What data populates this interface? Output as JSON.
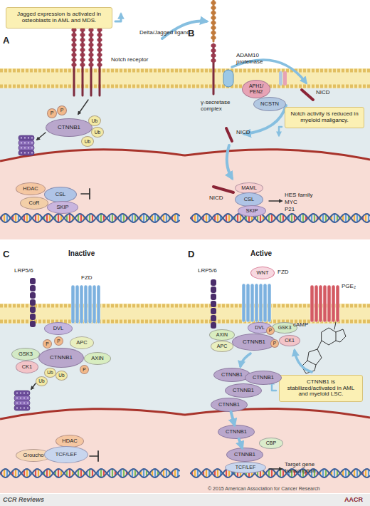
{
  "diagram": {
    "nodes": [
      {
        "text": [
          "Jagged expression is activated in osteoblasts in AML and MDS."
        ]
      },
      {
        "text": [
          "CTNNB1"
        ]
      },
      {
        "text": [
          "P"
        ]
      },
      {
        "text": [
          "P"
        ]
      },
      {
        "text": [
          "Ub"
        ]
      },
      {
        "text": [
          "Ub"
        ]
      },
      {
        "text": [
          "Ub"
        ]
      },
      {
        "text": [
          "HDAC"
        ]
      },
      {
        "text": [
          "CSL"
        ]
      },
      {
        "text": [
          "CoR"
        ]
      },
      {
        "text": [
          "SKIP"
        ]
      },
      {
        "text": [
          "APH1/ PEN2"
        ]
      },
      {
        "text": [
          "NCSTN"
        ]
      },
      {
        "text": [
          "Notch activity is reduced in myeloid maligancy."
        ]
      },
      {
        "text": [
          "MAML"
        ]
      },
      {
        "text": [
          "CSL"
        ]
      },
      {
        "text": [
          "SKIP"
        ]
      },
      {
        "text": [
          "DVL"
        ]
      },
      {
        "text": [
          "GSK3"
        ]
      },
      {
        "text": [
          "CK1"
        ]
      },
      {
        "text": [
          "CTNNB1"
        ]
      },
      {
        "text": [
          "APC"
        ]
      },
      {
        "text": [
          "AXIN"
        ]
      },
      {
        "text": [
          "P"
        ]
      },
      {
        "text": [
          "P"
        ]
      },
      {
        "text": [
          "P"
        ]
      },
      {
        "text": [
          "Ub"
        ]
      },
      {
        "text": [
          "Ub"
        ]
      },
      {
        "text": [
          "Ub"
        ]
      },
      {
        "text": [
          "HDAC"
        ]
      },
      {
        "text": [
          "Groucho"
        ]
      },
      {
        "text": [
          "TCF/LEF"
        ]
      },
      {
        "text": [
          "WNT"
        ]
      },
      {
        "text": [
          "DVL"
        ]
      },
      {
        "text": [
          "GSK3"
        ]
      },
      {
        "text": [
          "AXIN"
        ]
      },
      {
        "text": [
          "APC"
        ]
      },
      {
        "text": [
          "CTNNB1"
        ]
      },
      {
        "text": [
          "CK1"
        ]
      },
      {
        "text": [
          "P"
        ]
      },
      {
        "text": [
          "P"
        ]
      },
      {
        "text": [
          "CTNNB1 is stabilized/activated in AML and myeloid LSC."
        ]
      },
      {
        "text": [
          "CTNNB1"
        ]
      },
      {
        "text": [
          "CTNNB1"
        ]
      },
      {
        "text": [
          "CTNNB1"
        ]
      },
      {
        "text": [
          "CTNNB1"
        ]
      },
      {
        "text": [
          "CTNNB1"
        ]
      },
      {
        "text": [
          "CTNNB1"
        ]
      },
      {
        "text": [
          "CBP"
        ]
      },
      {
        "text": [
          "TCF/LEF"
        ]
      }
    ],
    "edges": [
      {
        "from": 45,
        "to": 46,
        "arrow": "to"
      },
      {
        "from": 46,
        "to": 47,
        "arrow": "to"
      }
    ],
    "labels": [
      "A",
      "B",
      "C",
      "D",
      "Delta/Jagged ligand",
      "Notch receptor",
      "ADAM10 proteinase",
      "γ-secretase complex",
      "NICD",
      "NICD",
      "NICD",
      "HES family",
      "MYC",
      "P21",
      "Inactive",
      "LRP5/6",
      "FZD",
      "Active",
      "LRP5/6",
      "FZD",
      "PGE₂",
      "cAMP",
      "Target gene transcription",
      "CCR Reviews",
      "© 2015 American Association for Cancer Research",
      "AACR"
    ]
  }
}
